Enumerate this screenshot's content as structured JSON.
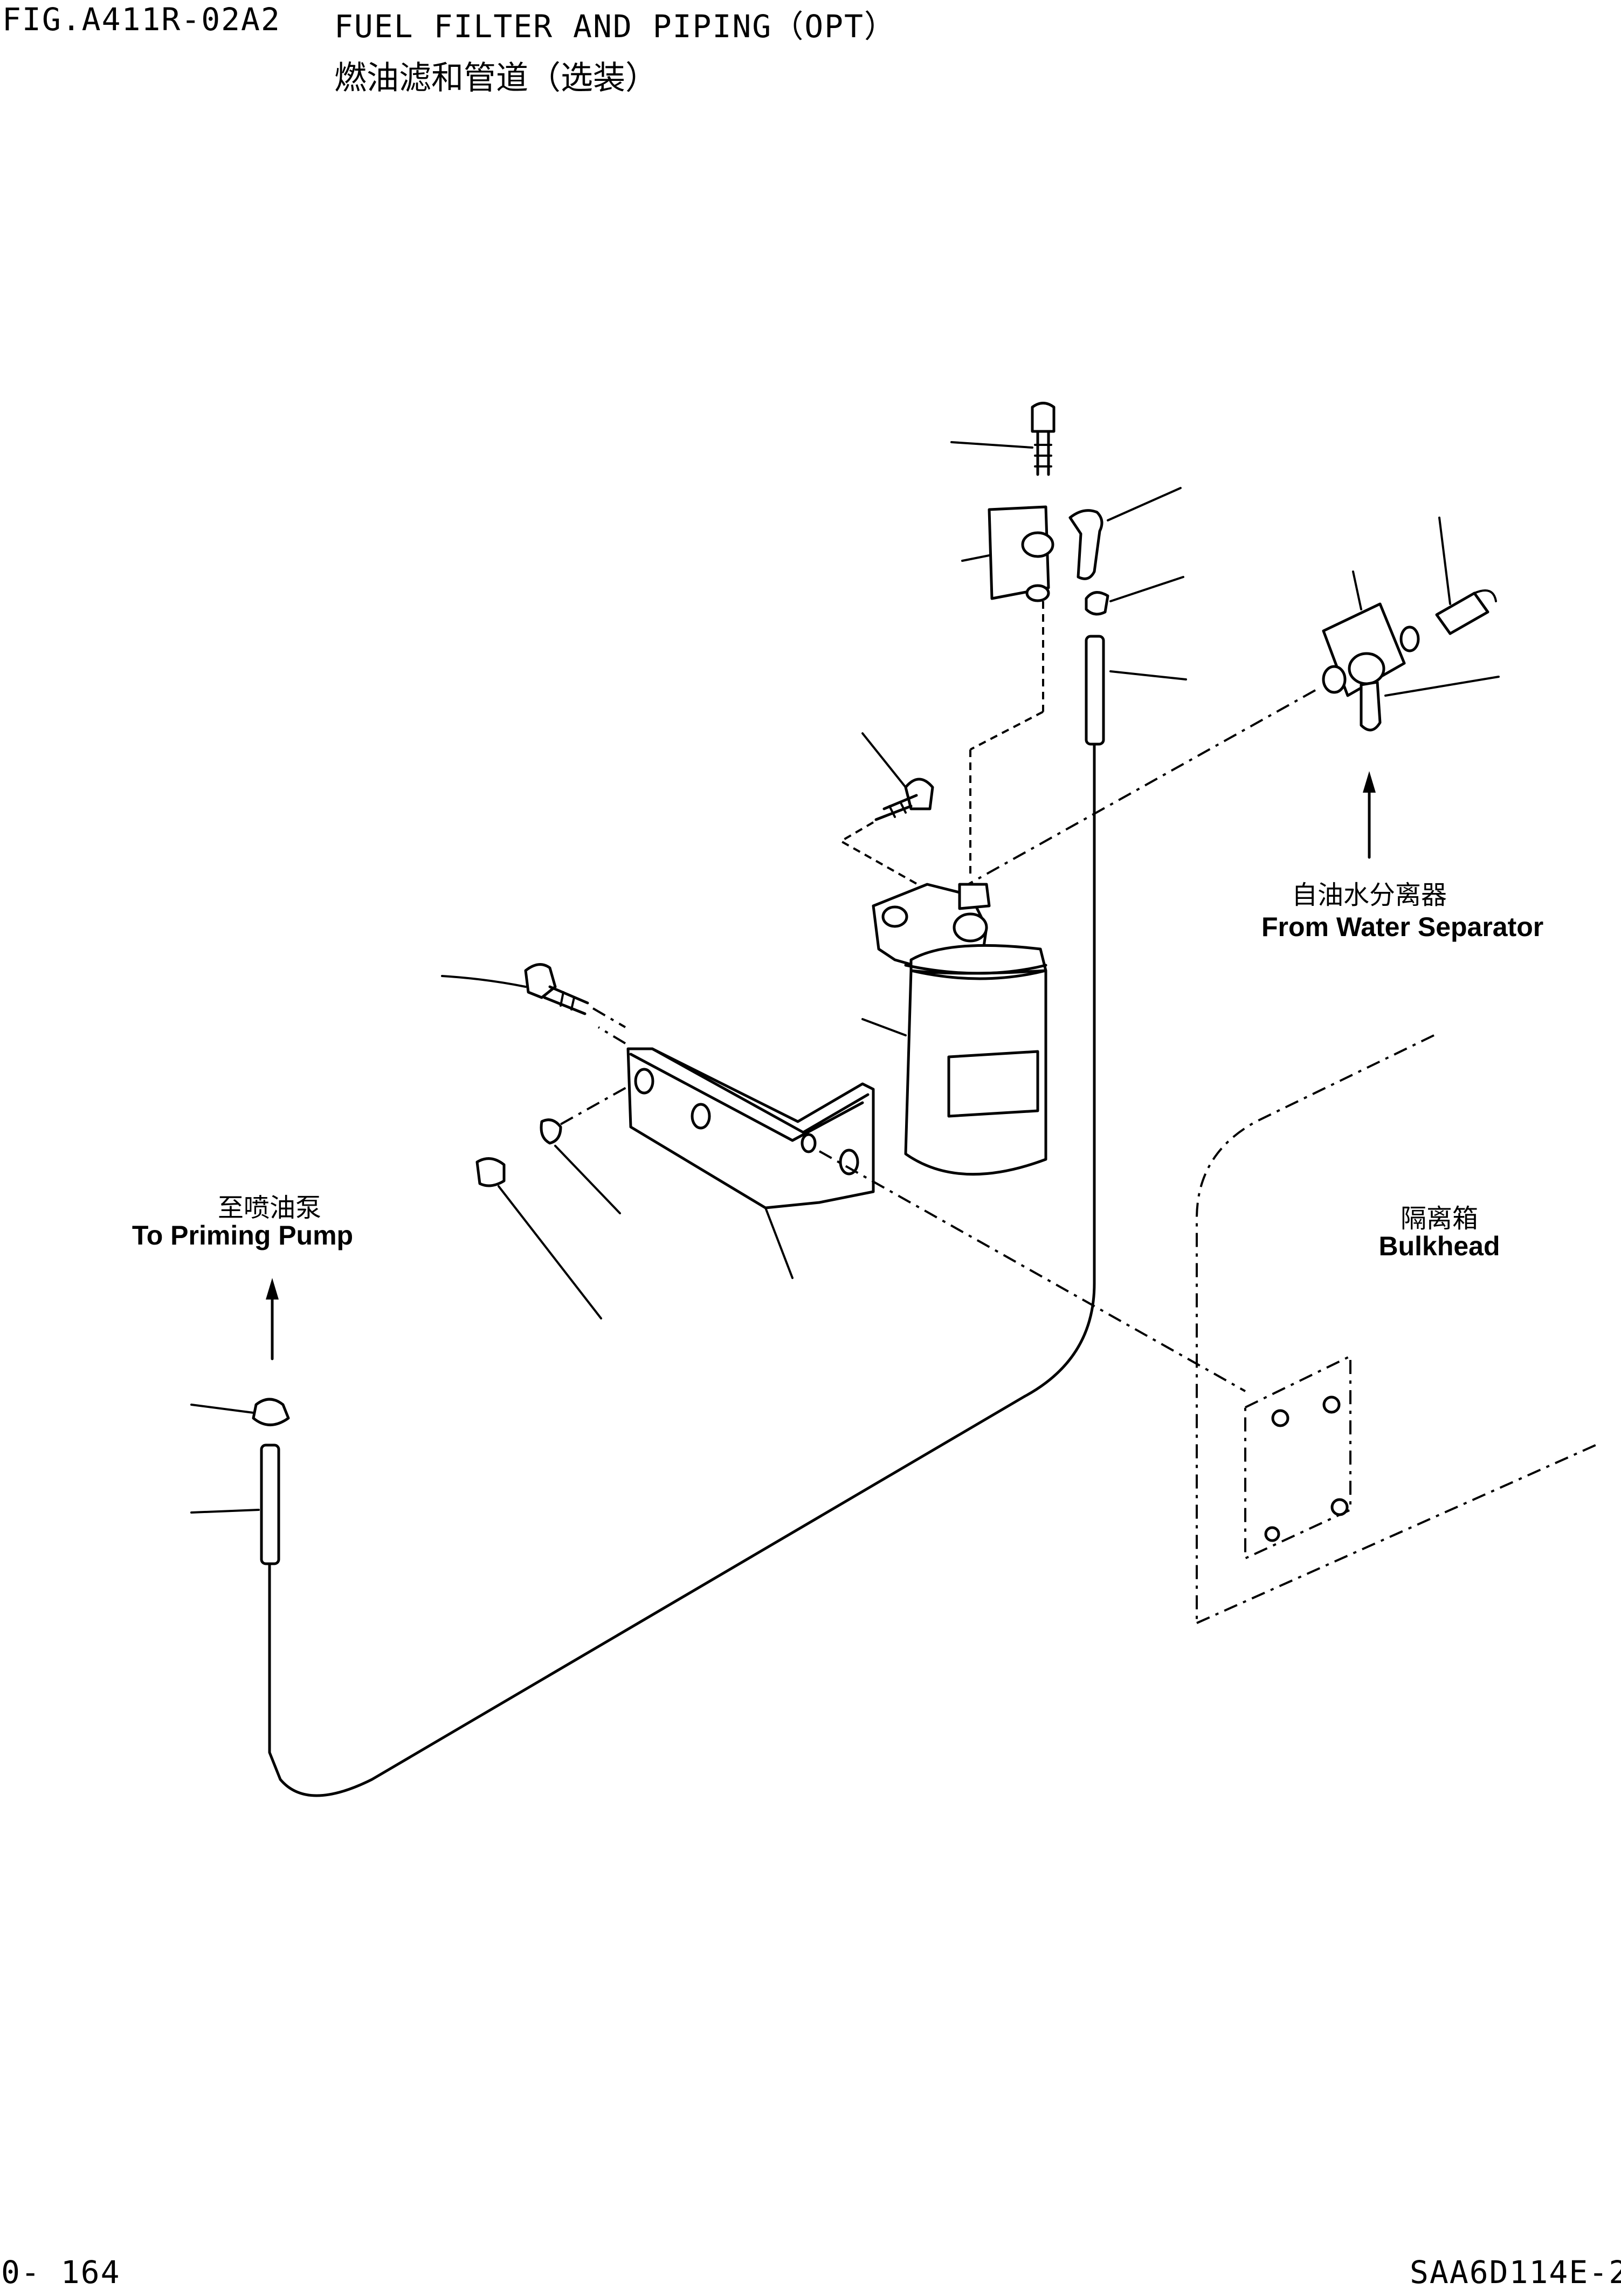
{
  "header": {
    "figure_number": "FIG.A411R-02A2",
    "title_en": "FUEL FILTER AND PIPING（OPT）",
    "title_zh": "燃油滤和管道（选装）"
  },
  "callouts": {
    "water_separator": {
      "zh": "自油水分离器",
      "en": "From Water  Separator"
    },
    "priming_pump": {
      "zh": "至喷油泵",
      "en": "To Priming Pump"
    },
    "bulkhead": {
      "zh": "隔离箱",
      "en": "Bulkhead"
    }
  },
  "footer": {
    "page_number": "0- 164",
    "model_code": "SAA6D114E-2"
  }
}
